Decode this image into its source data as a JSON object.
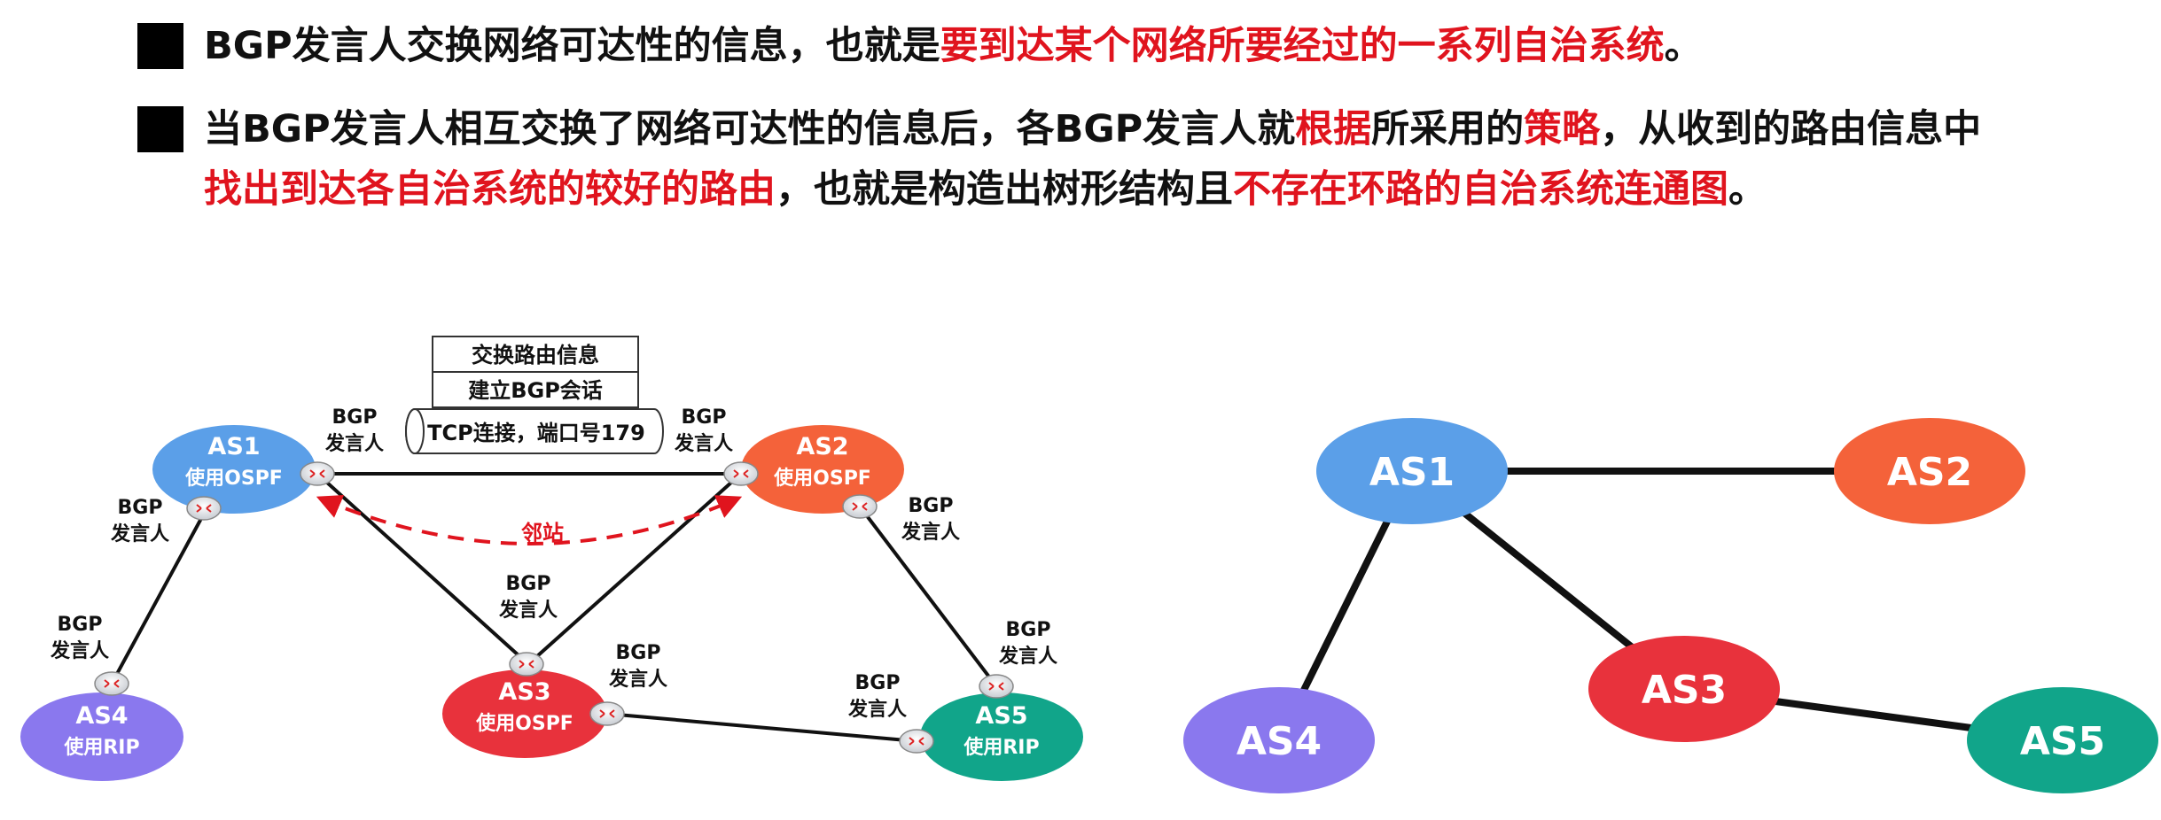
{
  "bullets": [
    {
      "parts": [
        {
          "text": "BGP发言人交换网络可达性的信息，也就是",
          "red": false
        },
        {
          "text": "要到达某个网络所要经过的一系列自治系统",
          "red": true
        },
        {
          "text": "。",
          "red": false
        }
      ]
    },
    {
      "line1": [
        {
          "text": "当BGP发言人相互交换了网络可达性的信息后，各BGP发言人就",
          "red": false
        },
        {
          "text": "根据",
          "red": true
        },
        {
          "text": "所采用的",
          "red": false
        },
        {
          "text": "策略",
          "red": true
        },
        {
          "text": "，从收到的路由信息中",
          "red": false
        }
      ],
      "line2": [
        {
          "text": "找出到达各自治系统的较好的路由",
          "red": true
        },
        {
          "text": "，也就是构造出树形结构且",
          "red": false
        },
        {
          "text": "不存在环路的自治系统连通图",
          "red": true
        },
        {
          "text": "。",
          "red": false
        }
      ]
    }
  ],
  "left_diagram": {
    "speaker_line1": "BGP",
    "speaker_line2": "发言人",
    "ases": {
      "as1": {
        "name": "AS1",
        "proto": "使用OSPF",
        "color": "#5b9fe8"
      },
      "as2": {
        "name": "AS2",
        "proto": "使用OSPF",
        "color": "#f4623a"
      },
      "as3": {
        "name": "AS3",
        "proto": "使用OSPF",
        "color": "#e8323c"
      },
      "as4": {
        "name": "AS4",
        "proto": "使用RIP",
        "color": "#8a78ee"
      },
      "as5": {
        "name": "AS5",
        "proto": "使用RIP",
        "color": "#11a58a"
      }
    },
    "box_lines": [
      "交换路由信息",
      "建立BGP会话",
      "TCP连接，端口号179"
    ],
    "neighbor_label": "邻站"
  },
  "right_diagram": {
    "nodes": [
      {
        "id": "as1",
        "name": "AS1",
        "color": "#5b9fe8"
      },
      {
        "id": "as2",
        "name": "AS2",
        "color": "#f4623a"
      },
      {
        "id": "as3",
        "name": "AS3",
        "color": "#e8323c"
      },
      {
        "id": "as4",
        "name": "AS4",
        "color": "#8a78ee"
      },
      {
        "id": "as5",
        "name": "AS5",
        "color": "#11a58a"
      }
    ],
    "edges": [
      [
        "as1",
        "as2"
      ],
      [
        "as1",
        "as3"
      ],
      [
        "as1",
        "as4"
      ],
      [
        "as3",
        "as5"
      ]
    ]
  }
}
